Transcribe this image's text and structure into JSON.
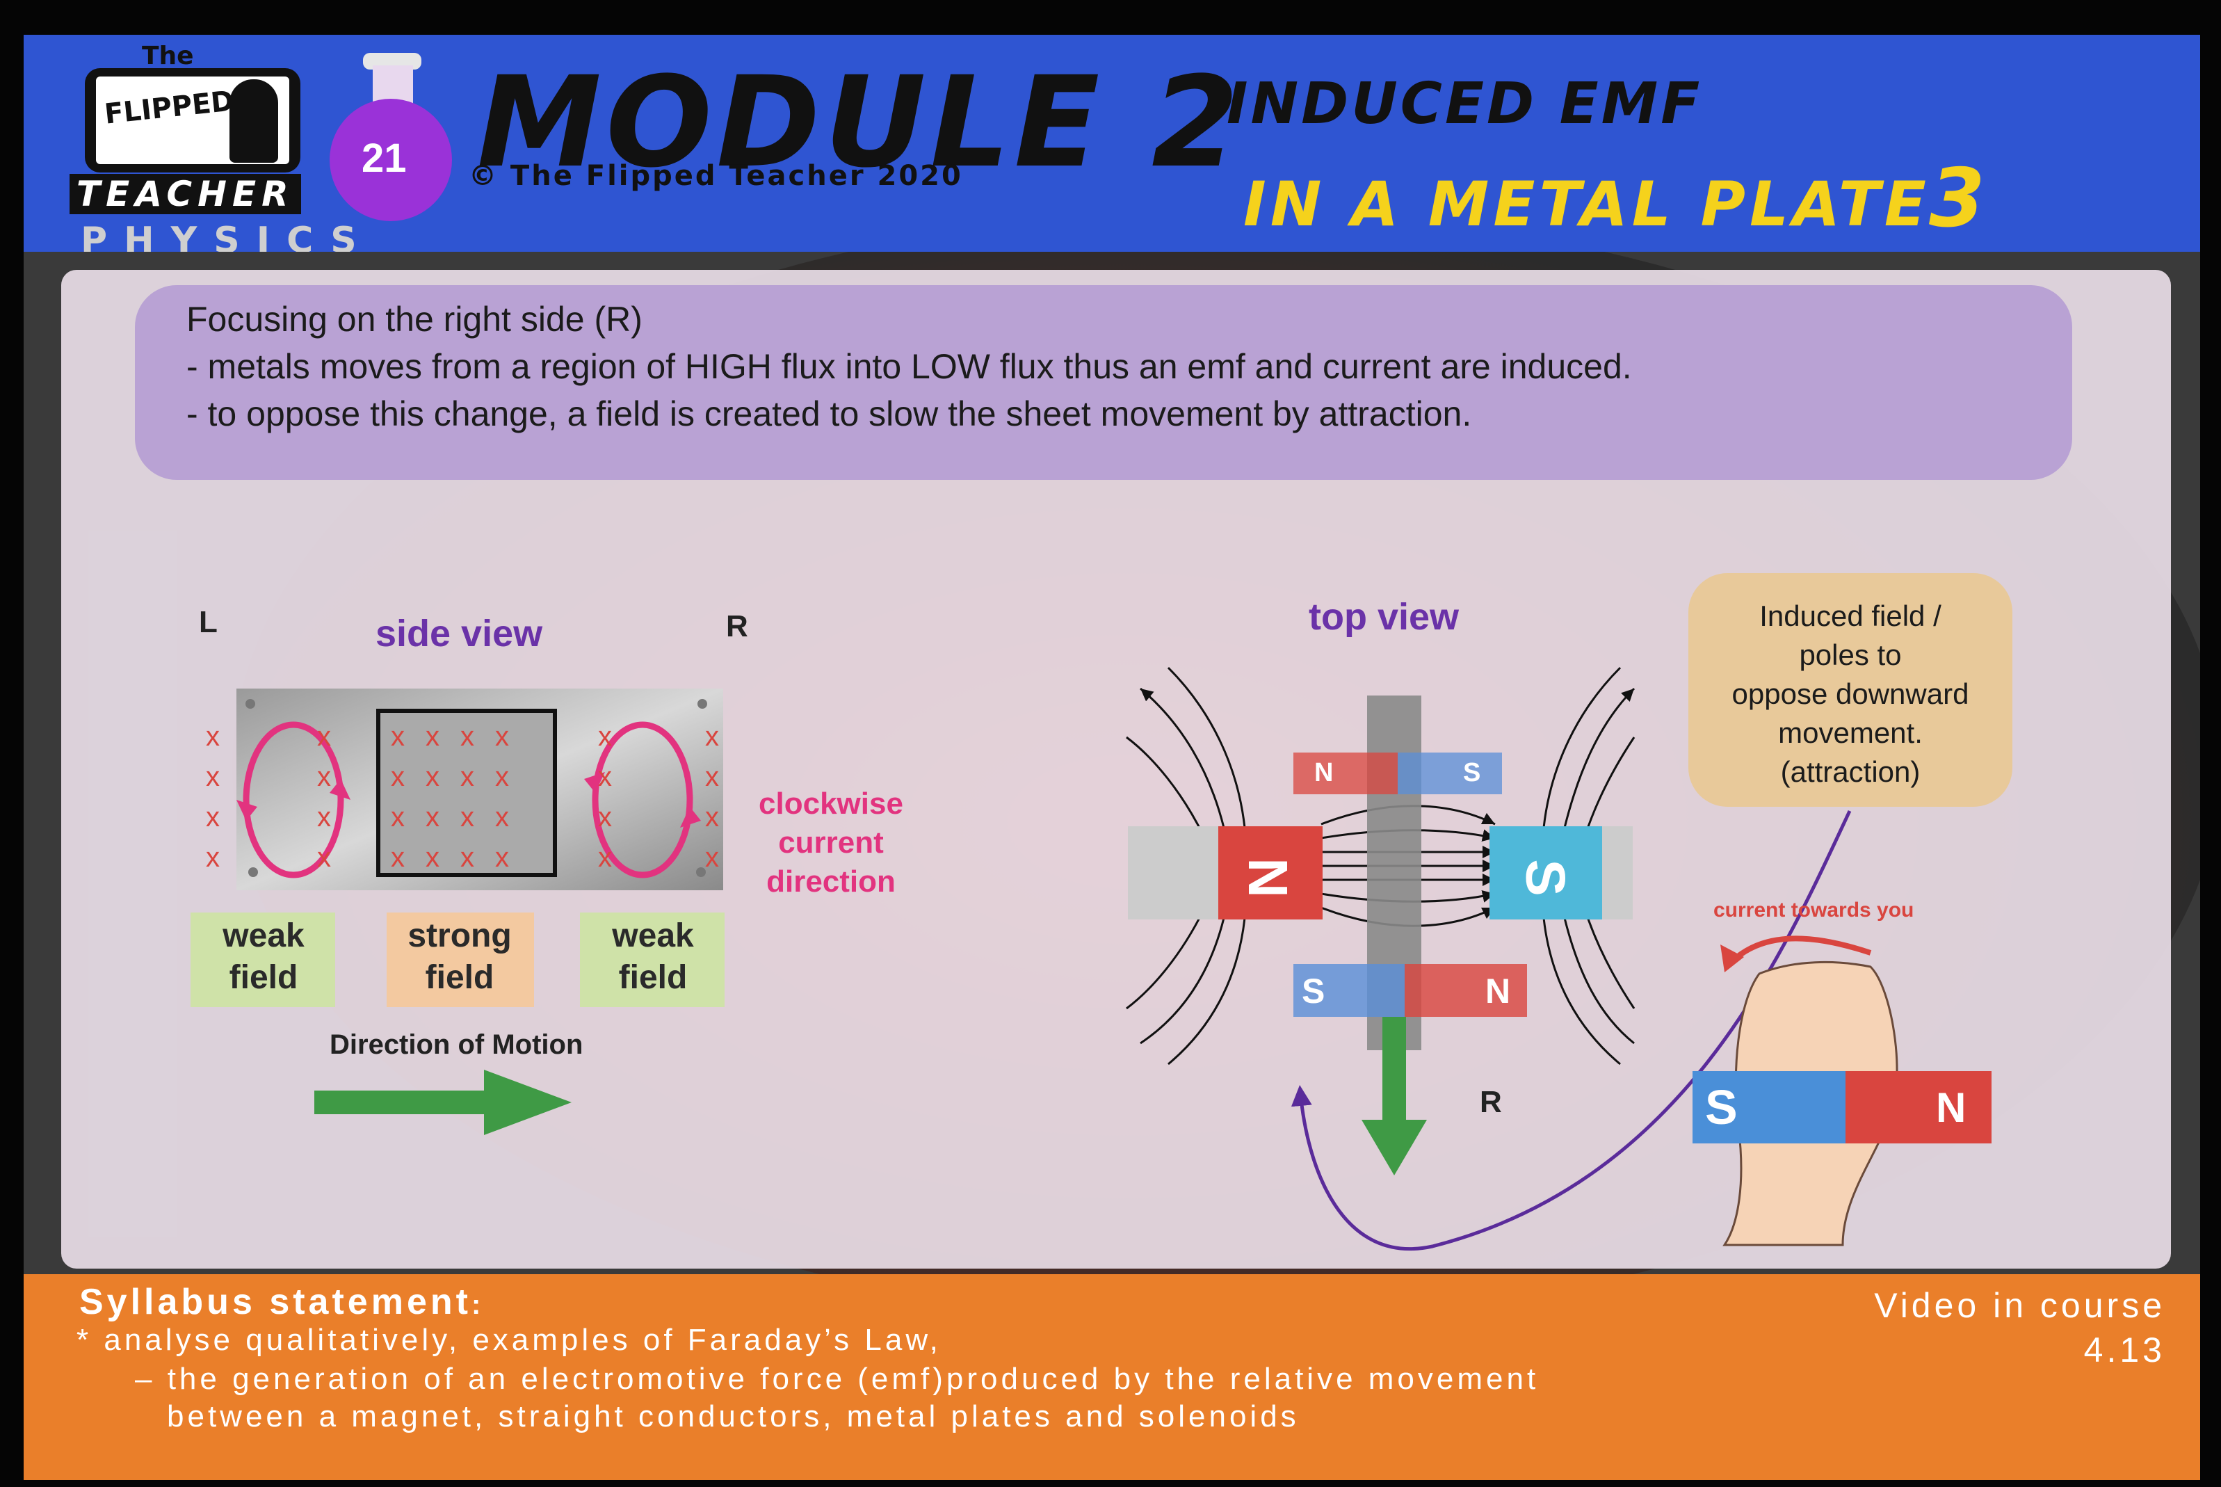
{
  "header": {
    "logo_the": "The",
    "logo_flipped": "FLIPPED",
    "logo_teacher": "TEACHER",
    "logo_physics": "PHYSICS",
    "flask_number": "21",
    "module_title": "MODULE 2",
    "copyright": "© The Flipped Teacher 2020",
    "topic_line1": "INDUCED  EMF",
    "topic_line2": "IN A METAL PLATE",
    "part_number": "3"
  },
  "summary": {
    "line1": "Focusing on the right side (R)",
    "line2": "- metals moves from a region of HIGH flux into LOW flux thus an emf and current are induced.",
    "line3": "- to oppose this change, a field is created to slow the sheet movement by attraction."
  },
  "side_view": {
    "label_left": "L",
    "title": "side view",
    "label_right": "R",
    "cross_glyph": "x",
    "field_left": [
      "weak",
      "field"
    ],
    "field_middle": [
      "strong",
      "field"
    ],
    "field_right": [
      "weak",
      "field"
    ],
    "current_label": [
      "clockwise",
      "current",
      "direction"
    ],
    "motion_label": "Direction of Motion"
  },
  "top_view": {
    "title": "top view",
    "big_magnet_left": "N",
    "big_magnet_right": "S",
    "small_top_left": "N",
    "small_top_right": "S",
    "small_bottom_left": "S",
    "small_bottom_right": "N",
    "label_r": "R"
  },
  "callout": {
    "lines": [
      "Induced field /",
      "poles to",
      "oppose downward",
      "movement.",
      "(attraction)"
    ]
  },
  "hand_rule": {
    "current_label": "current towards you",
    "magnet_left": "S",
    "magnet_right": "N"
  },
  "footer": {
    "syllabus_title": "Syllabus statement",
    "syllabus_colon": ":",
    "line1": "* analyse qualitatively, examples of Faraday’s Law,",
    "line2": "– the generation of an electromotive force (emf)produced by the relative movement",
    "line3": "between a magnet, straight conductors, metal plates and solenoids",
    "video_label": "Video in course",
    "video_number": "4.13"
  },
  "colors": {
    "header_blue": "#2f55d2",
    "footer_orange": "#ea7f2a",
    "topic_yellow": "#f5d21c",
    "magnet_red": "#d9453f",
    "magnet_blue": "#4fb8d9",
    "current_pink": "#e2337f",
    "arrow_green": "#3f9a45",
    "title_purple": "#6a32a8"
  }
}
